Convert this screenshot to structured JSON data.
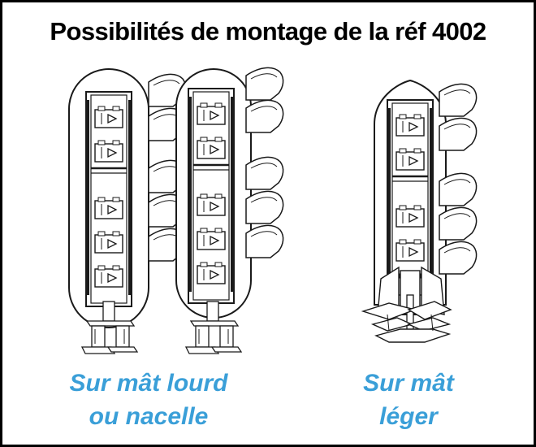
{
  "title": "Possibilités de montage de la réf 4002",
  "captions": {
    "heavy_mast": [
      "Sur mât lourd",
      "ou nacelle"
    ],
    "light_mast": [
      "Sur mât",
      "léger"
    ]
  },
  "colors": {
    "caption": "#3a9fd8",
    "line": "#1a1a1a",
    "frame": "#000000"
  },
  "icons": [
    "play-arrow-icon"
  ]
}
